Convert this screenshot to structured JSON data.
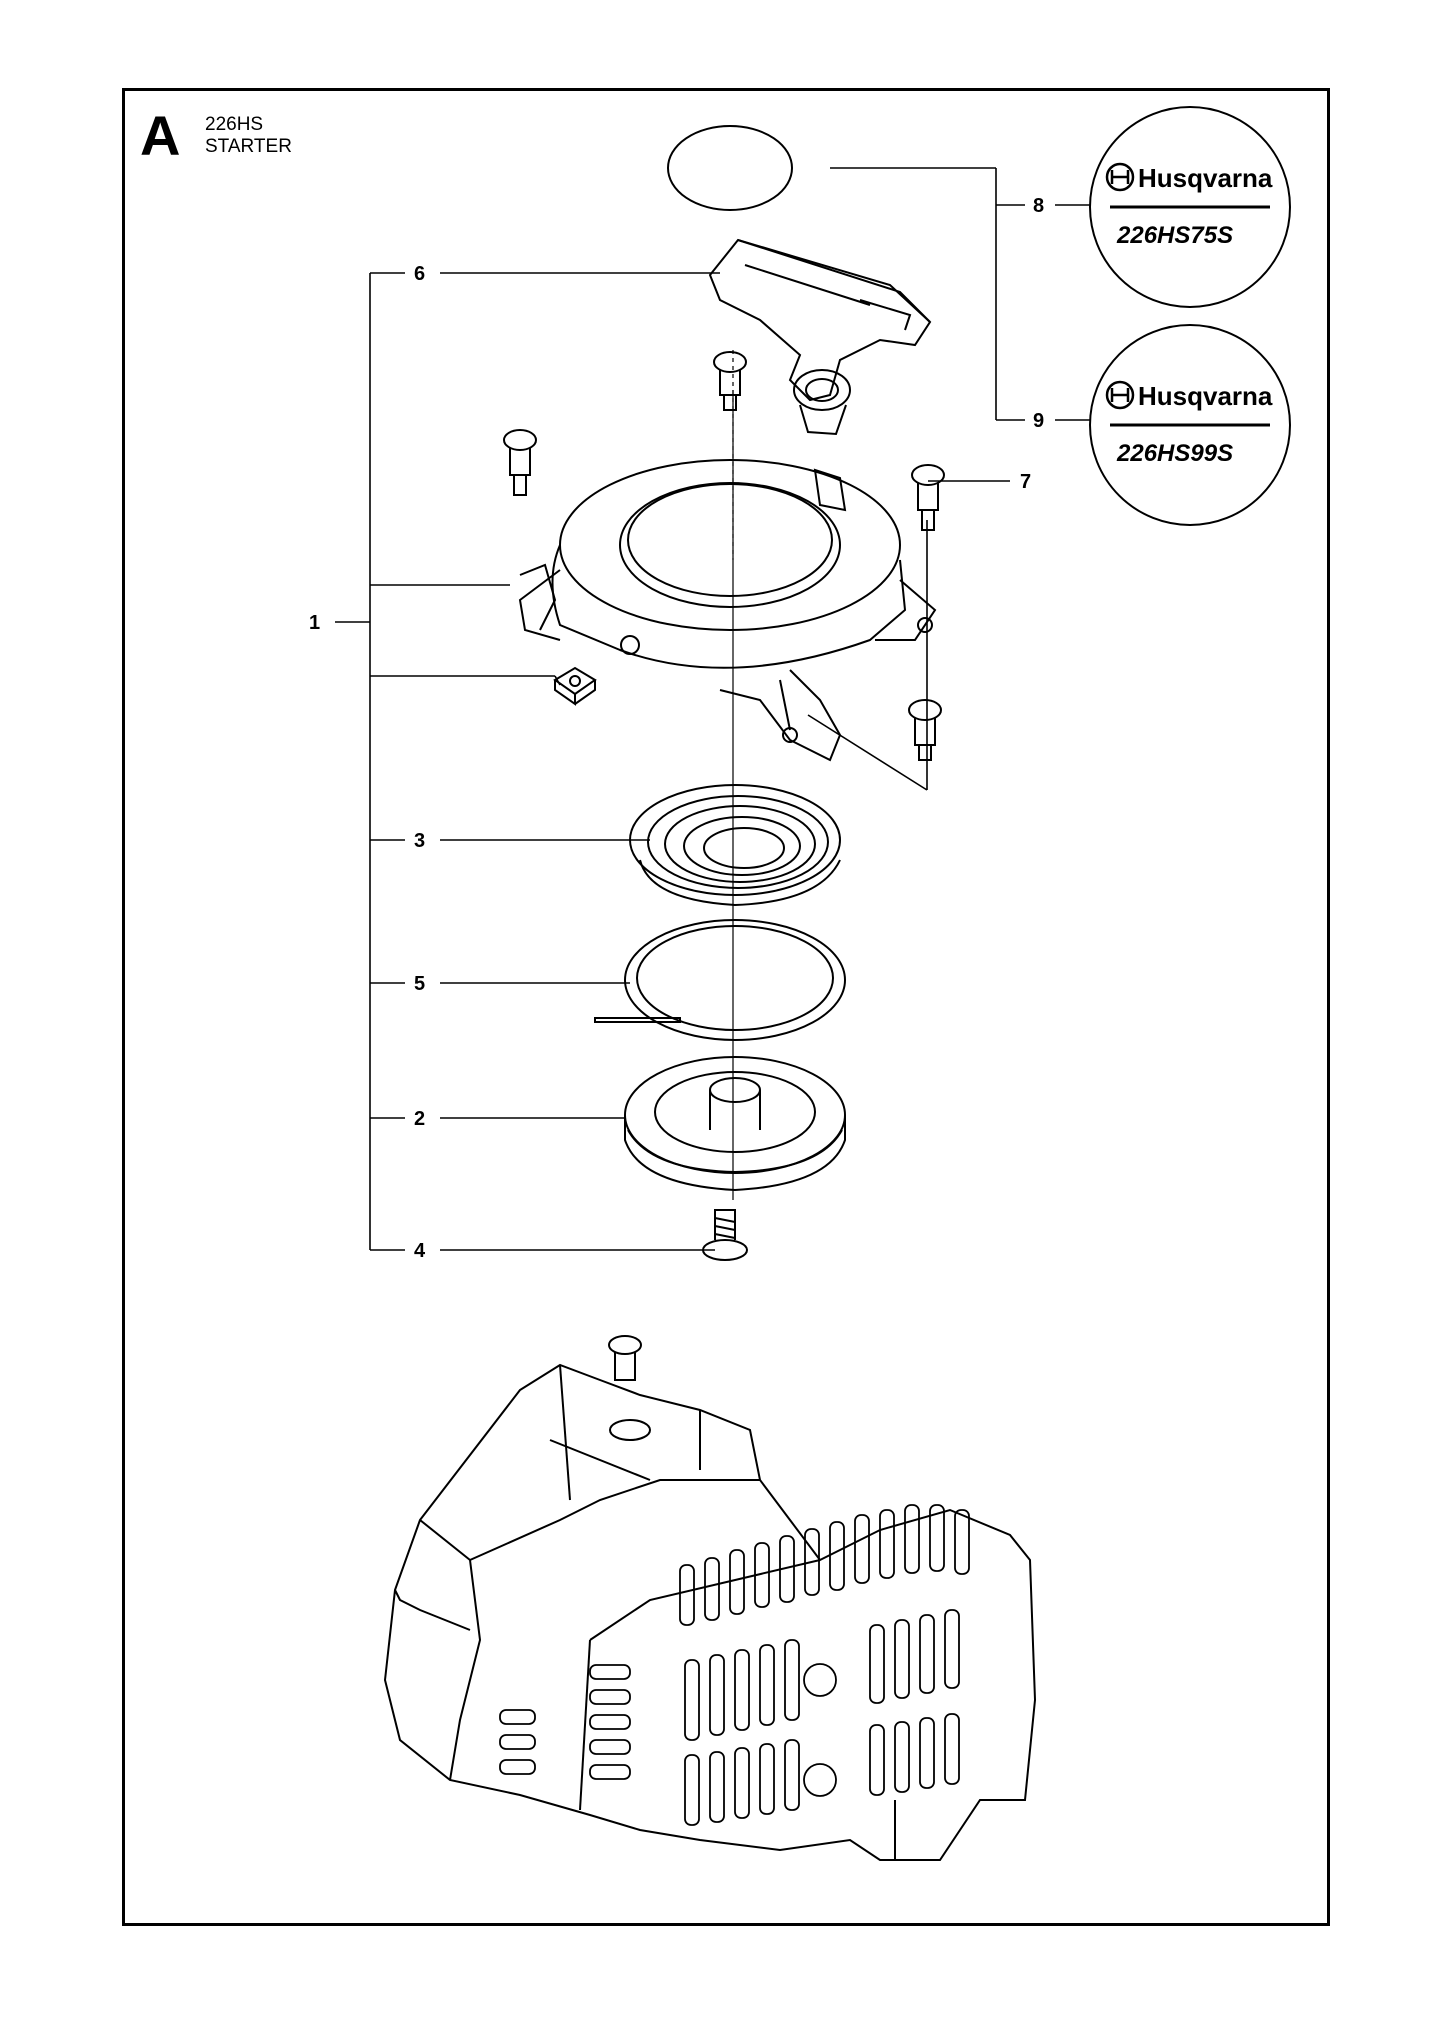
{
  "header": {
    "section": "A",
    "model": "226HS",
    "title": "STARTER"
  },
  "callouts": [
    {
      "number": "1"
    },
    {
      "number": "2"
    },
    {
      "number": "3"
    },
    {
      "number": "4"
    },
    {
      "number": "5"
    },
    {
      "number": "6"
    },
    {
      "number": "7"
    },
    {
      "number": "8"
    },
    {
      "number": "9"
    }
  ],
  "decals": [
    {
      "brand": "Husqvarna",
      "model": "226HS75S",
      "icon": "husqvarna-crown-logo-icon"
    },
    {
      "brand": "Husqvarna",
      "model": "226HS99S",
      "icon": "husqvarna-crown-logo-icon"
    }
  ]
}
